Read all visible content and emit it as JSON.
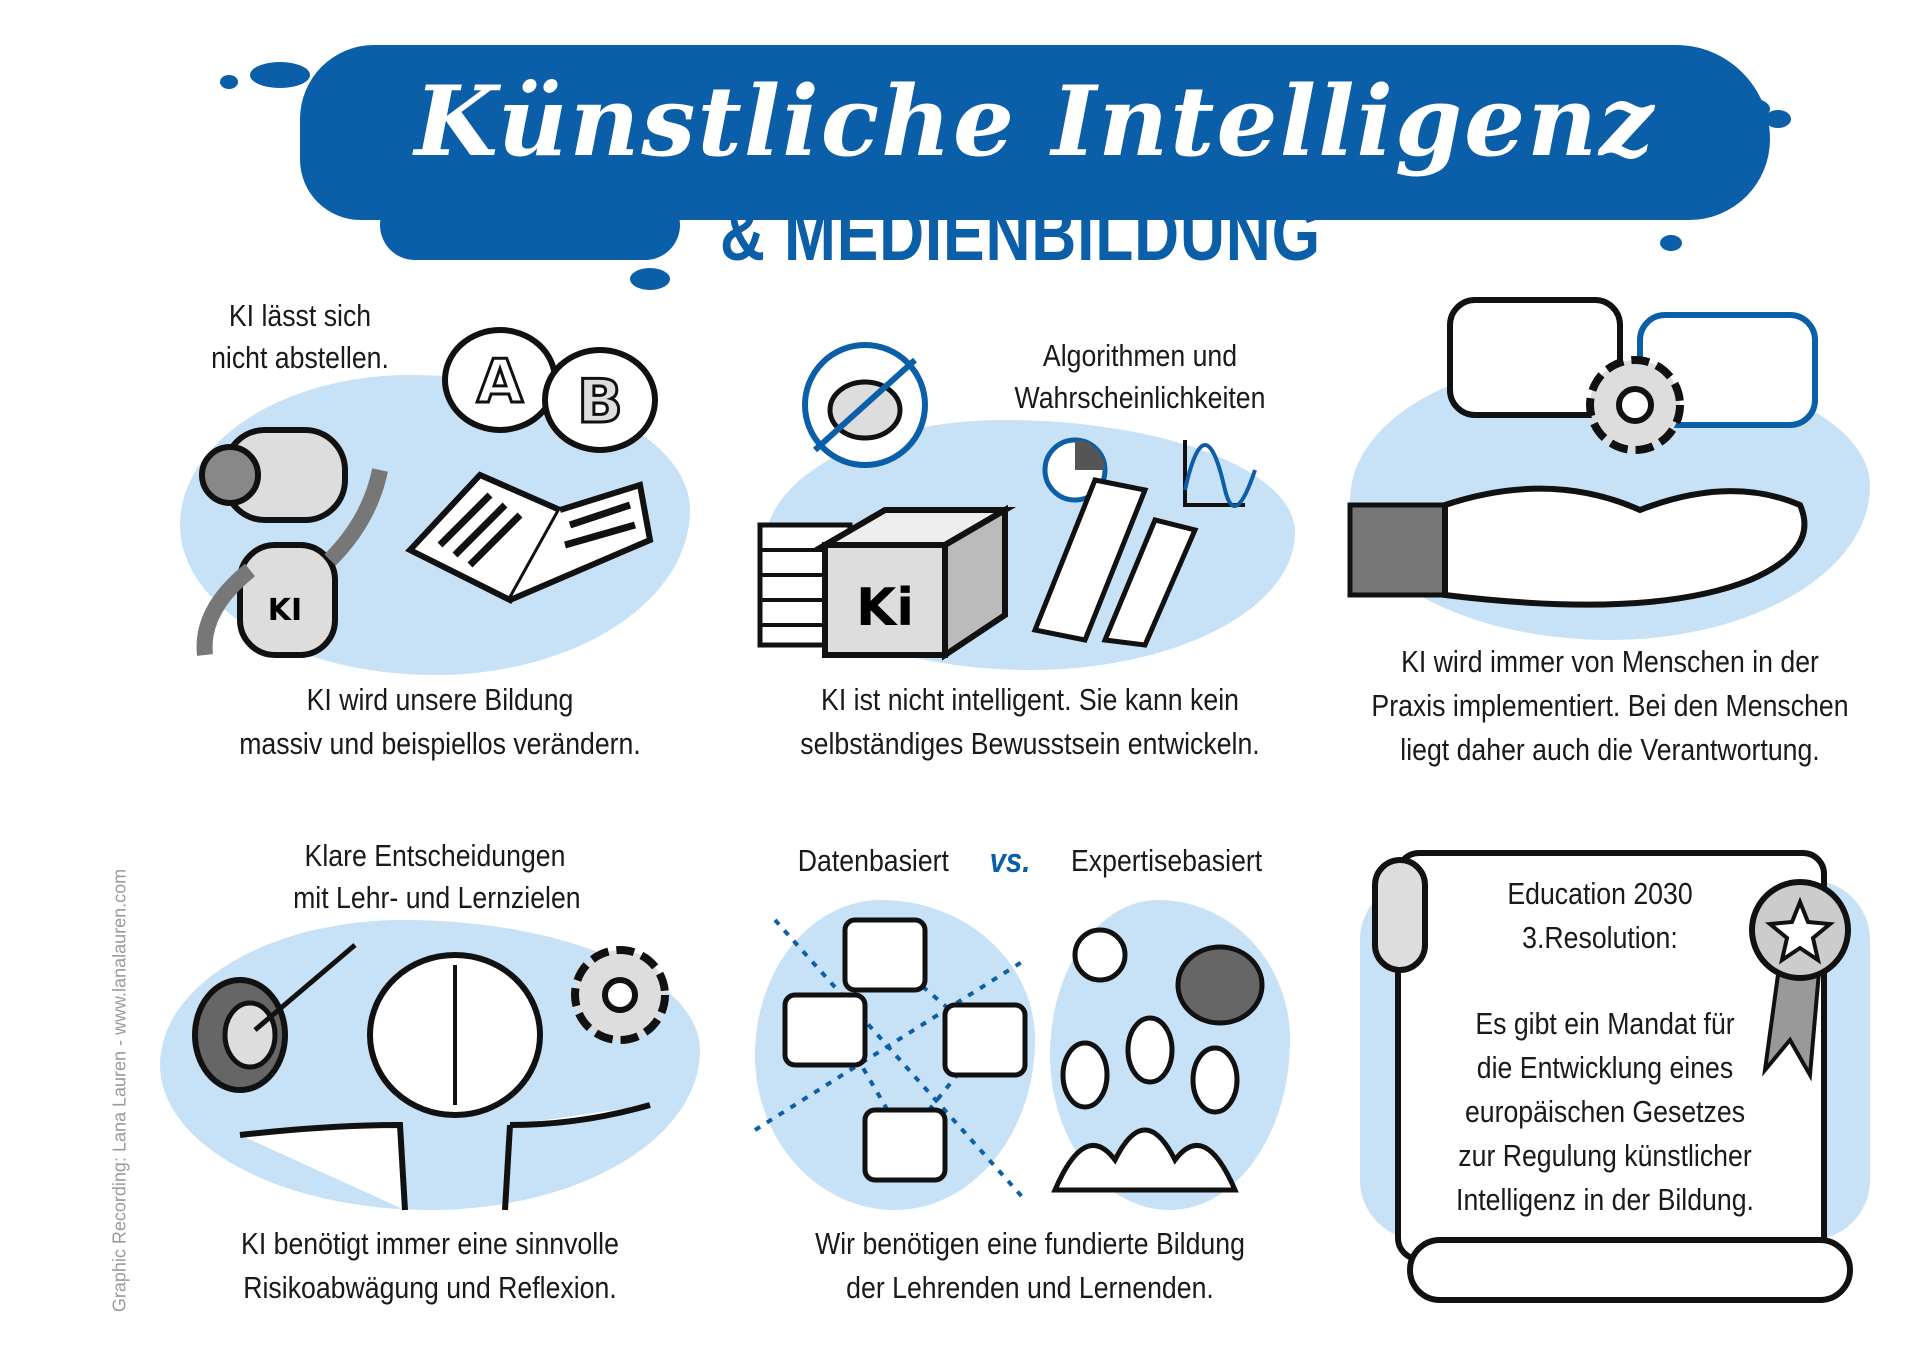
{
  "header": {
    "title": "Künstliche Intelligenz",
    "subtitle_amp": "&",
    "subtitle": "MEDIENBILDUNG"
  },
  "panels": [
    {
      "label_lines": [
        "KI lässt sich",
        "nicht abstellen."
      ],
      "bubble_a": "A",
      "bubble_b": "B",
      "badge": "KI",
      "caption_lines": [
        "KI wird unsere Bildung",
        "massiv und beispiellos verändern."
      ]
    },
    {
      "label_lines": [
        "Algorithmen und",
        "Wahrscheinlichkeiten"
      ],
      "badge": "Ki",
      "caption_lines": [
        "KI ist nicht intelligent. Sie kann kein",
        "selbständiges Bewusstsein entwickeln."
      ]
    },
    {
      "caption_lines": [
        "KI wird immer von Menschen in der",
        "Praxis implementiert. Bei den Menschen",
        "liegt daher auch die Verantwortung."
      ]
    },
    {
      "label_lines": [
        "Klare Entscheidungen",
        "mit Lehr- und Lernzielen"
      ],
      "caption_lines": [
        "KI benötigt immer eine sinnvolle",
        "Risikoabwägung und Reflexion."
      ]
    },
    {
      "label_left": "Datenbasiert",
      "label_vs": "vs.",
      "label_right": "Expertisebasiert",
      "caption_lines": [
        "Wir benötigen eine fundierte Bildung",
        "der Lehrenden und Lernenden."
      ]
    },
    {
      "scroll_heading": [
        "Education 2030",
        "3.Resolution:"
      ],
      "scroll_lines": [
        "Es gibt ein Mandat für",
        "die Entwicklung eines",
        "europäischen Gesetzes",
        "zur Regulung künstlicher",
        "Intelligenz in der Bildung."
      ]
    }
  ],
  "credit": "Graphic Recording: Lana Lauren - www.lanalauren.com",
  "colors": {
    "brand_blue": "#0b5ea8",
    "light_blue": "#c7e1f6",
    "ink": "#1a1a1a",
    "grey": "#9a9a9a"
  }
}
